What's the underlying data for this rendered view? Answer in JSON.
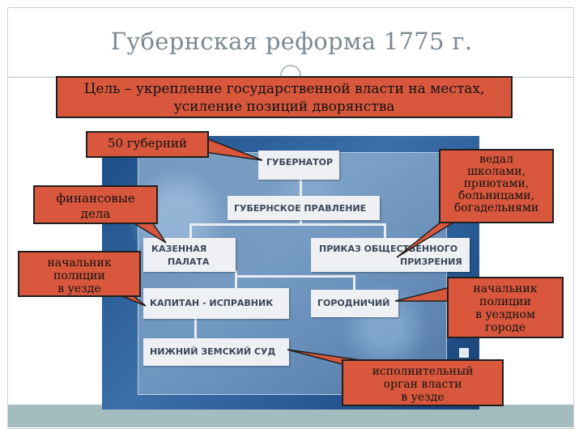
{
  "slide": {
    "title": "Губернская реформа 1775 г.",
    "goal_lines": [
      "Цель – укрепление государственной власти на местах,",
      "усиление позиций дворянства"
    ]
  },
  "scheme": {
    "governor": "ГУБЕРНАТОР",
    "provincial_board": "ГУБЕРНСКОЕ ПРАВЛЕНИЕ",
    "treasury_lines": [
      "КАЗЕННАЯ",
      "ПАЛАТА"
    ],
    "charity_lines": [
      "ПРИКАЗ ОБЩЕСТВЕННОГО",
      "ПРИЗРЕНИЯ"
    ],
    "captain": "КАПИТАН - ИСПРАВНИК",
    "mayor": "ГОРОДНИЧИЙ",
    "lower_court": "НИЖНИЙ ЗЕМСКИЙ СУД"
  },
  "callouts": {
    "provinces": "50 губерний",
    "finance_lines": [
      "финансовые",
      "дела"
    ],
    "charity_lines": [
      "ведал",
      "школами,",
      "приютами,",
      "больницами,",
      "богадельнями"
    ],
    "district_police_lines": [
      "начальник",
      "полиции",
      "в уезде"
    ],
    "town_police_lines": [
      "начальник",
      "полиции",
      "в уездном",
      "городе"
    ],
    "executive_lines": [
      "исполнительный",
      "орган власти",
      "в уезде"
    ]
  },
  "colors": {
    "callout_fill": "#d9583d",
    "title_color": "#7b8a91",
    "node_fill": "#eef0f4",
    "scheme_blue": "#2a5c97"
  }
}
